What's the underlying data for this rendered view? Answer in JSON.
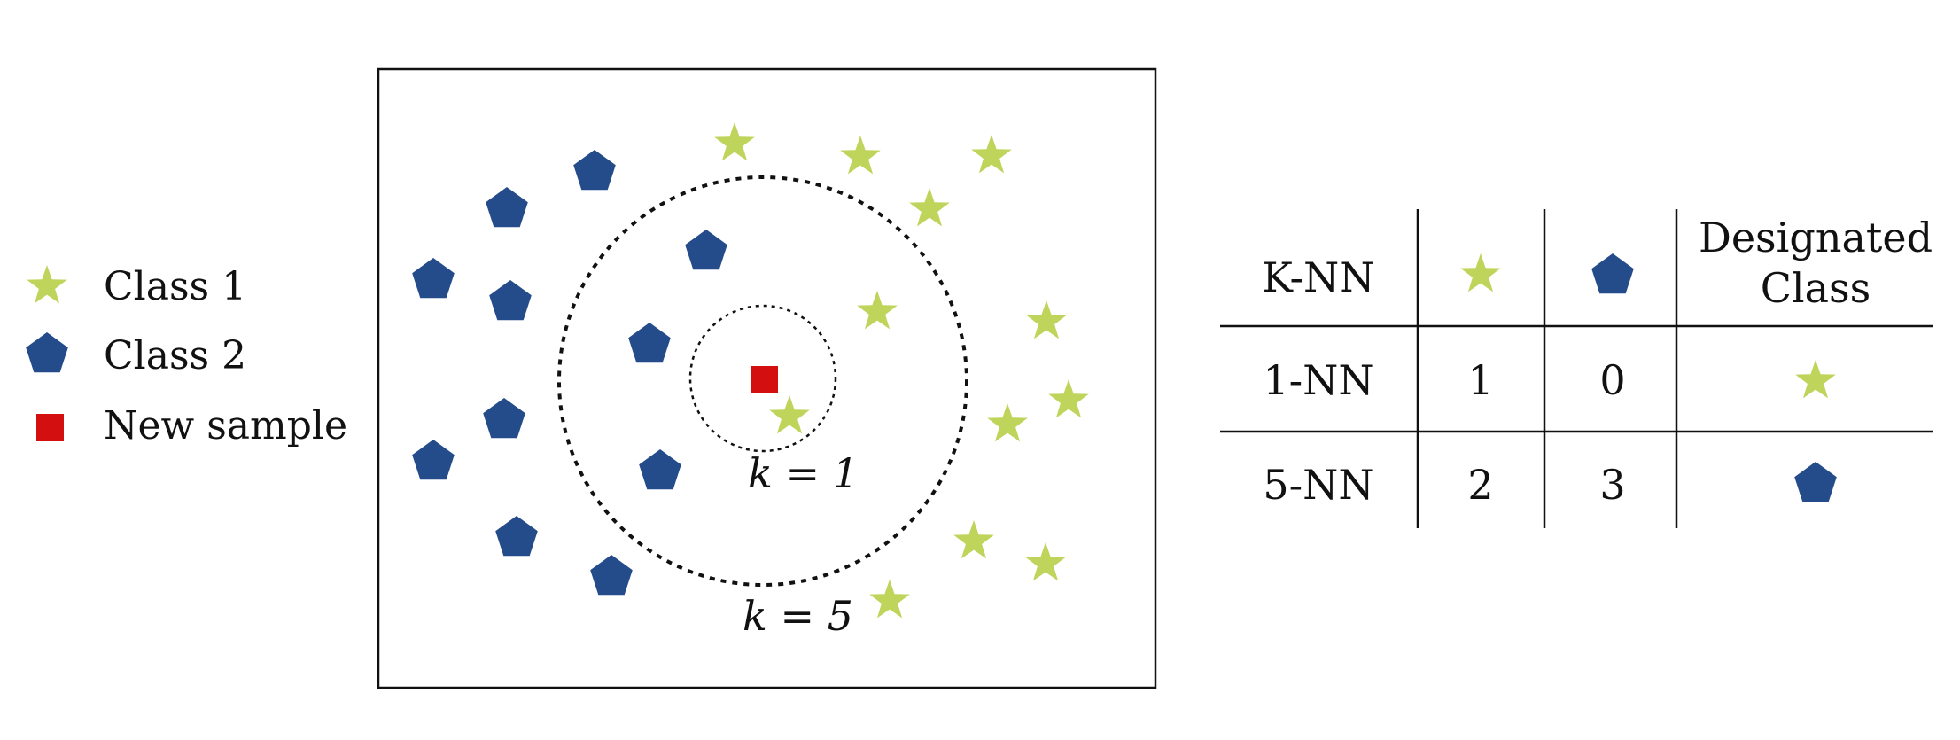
{
  "colors": {
    "class1": "#bfd45a",
    "class2": "#244c8a",
    "new_sample": "#d40f0f",
    "line": "#111111"
  },
  "legend": [
    {
      "label": "Class 1",
      "icon": "star-icon"
    },
    {
      "label": "Class 2",
      "icon": "pentagon-icon"
    },
    {
      "label": "New sample",
      "icon": "square-icon"
    }
  ],
  "plot": {
    "k1_label": "k = 1",
    "k5_label": "k = 5"
  },
  "table": {
    "headers": {
      "knn": "K-NN",
      "class1_icon": "star-icon",
      "class2_icon": "pentagon-icon",
      "designated_line1": "Designated",
      "designated_line2": "Class"
    },
    "rows": [
      {
        "k": "1-NN",
        "class1_count": "1",
        "class2_count": "0",
        "designated": "star-icon"
      },
      {
        "k": "5-NN",
        "class1_count": "2",
        "class2_count": "3",
        "designated": "pentagon-icon"
      }
    ]
  }
}
